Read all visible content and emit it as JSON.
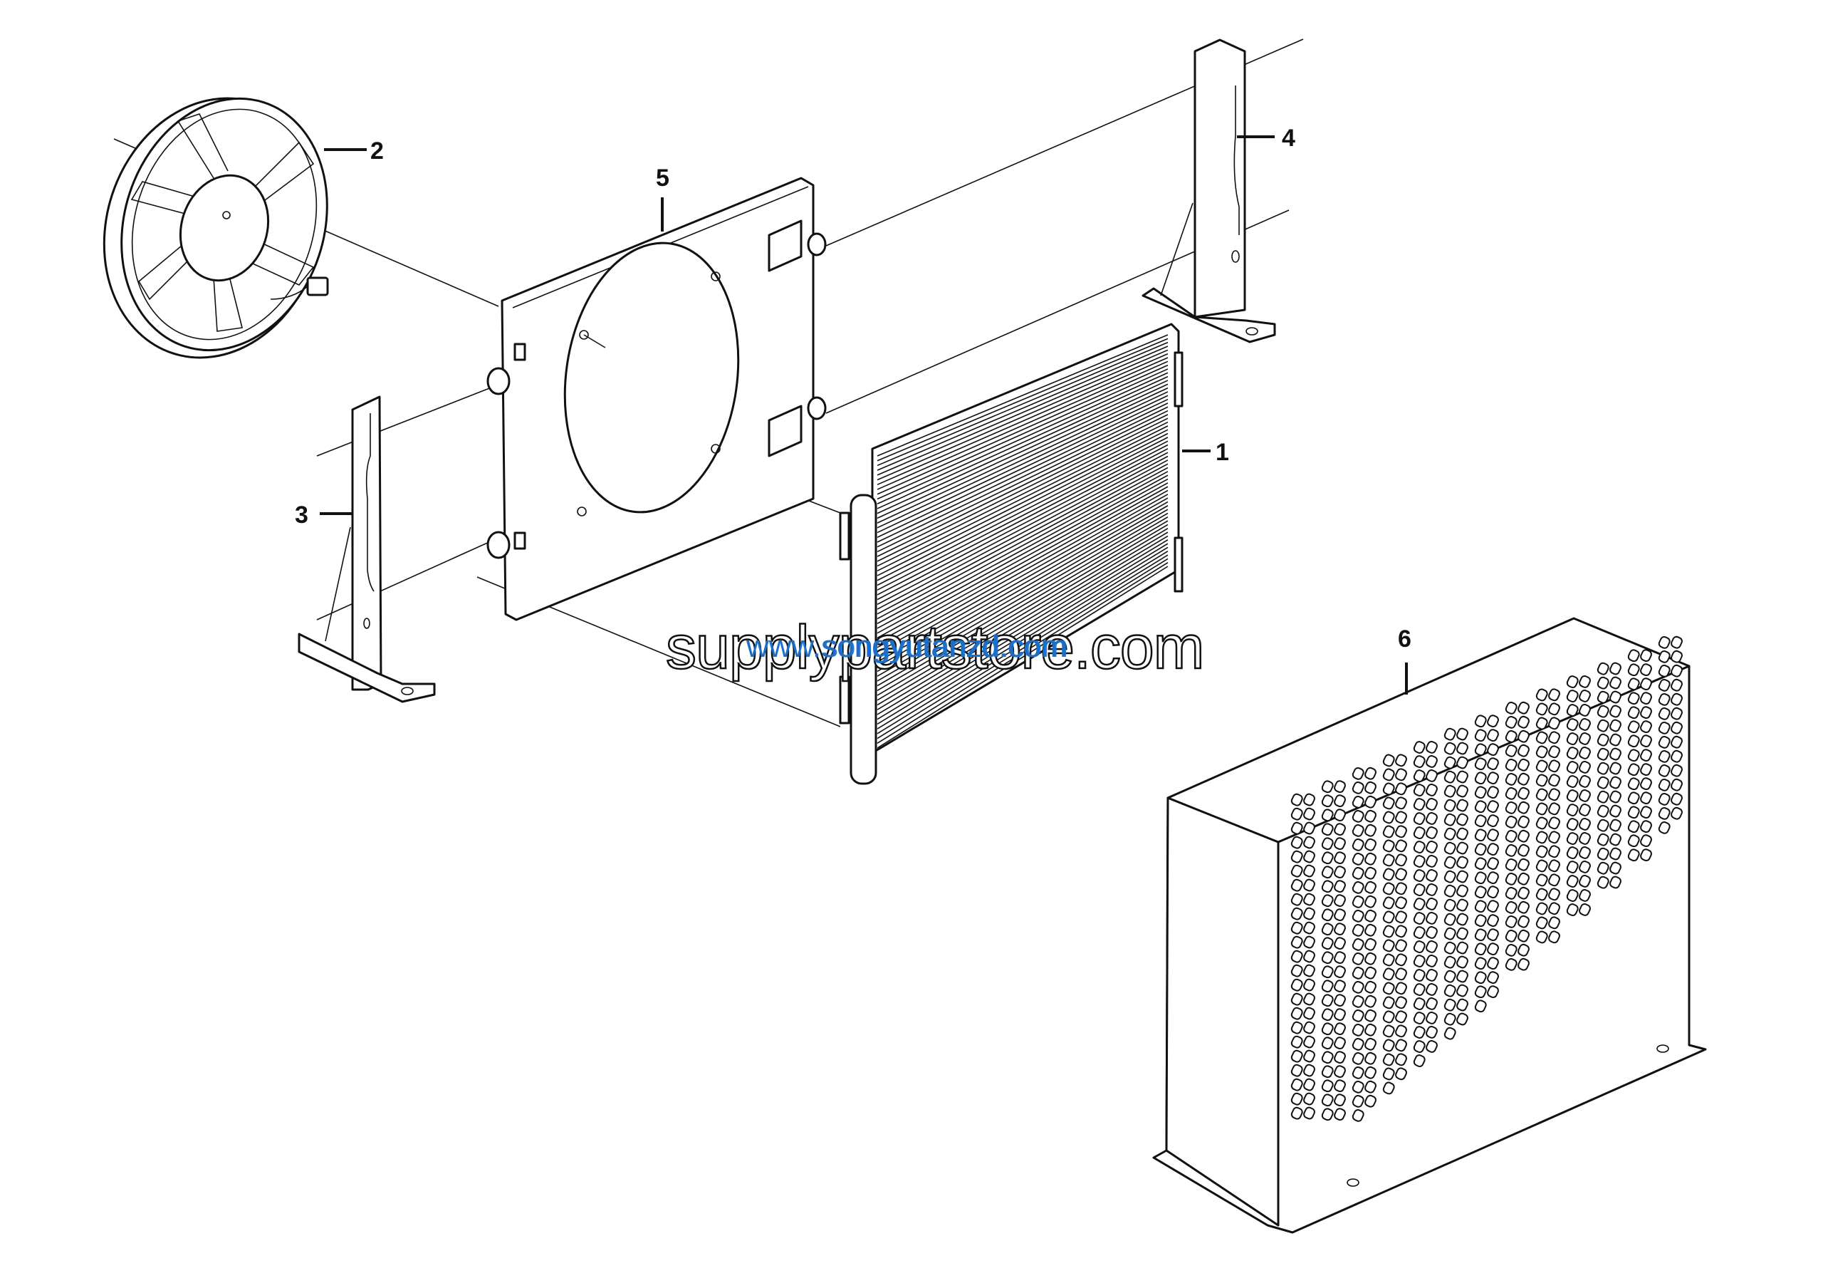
{
  "diagram": {
    "type": "exploded-parts-view",
    "subject": "Condenser fan and guard assembly",
    "line_color": "#111111",
    "background": "#ffffff"
  },
  "callouts": [
    {
      "id": "1",
      "label": "1",
      "part": "condenser"
    },
    {
      "id": "2",
      "label": "2",
      "part": "electric fan"
    },
    {
      "id": "3",
      "label": "3",
      "part": "left mounting bracket"
    },
    {
      "id": "4",
      "label": "4",
      "part": "right mounting bracket"
    },
    {
      "id": "5",
      "label": "5",
      "part": "fan shroud panel"
    },
    {
      "id": "6",
      "label": "6",
      "part": "perforated guard cover"
    }
  ],
  "watermarks": {
    "primary": "supplypartstore.com",
    "overlay_a": "www.songyutanzd.com",
    "overlay_b": "songyutanzd.com",
    "overlay_color": "#1a6fc9"
  }
}
